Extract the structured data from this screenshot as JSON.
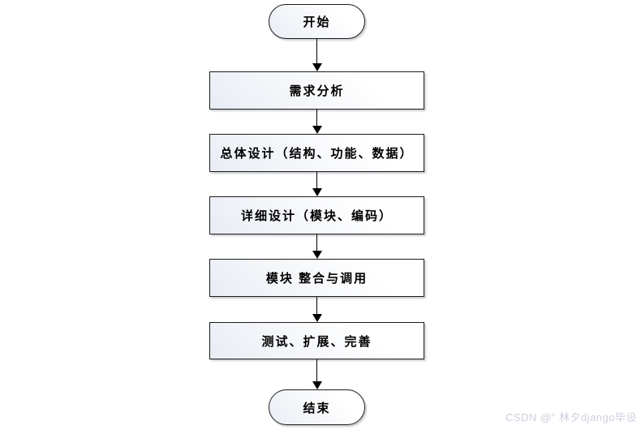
{
  "flowchart": {
    "nodes": [
      {
        "id": "start",
        "type": "terminator",
        "label": "开始"
      },
      {
        "id": "step1",
        "type": "process",
        "label": "需求分析"
      },
      {
        "id": "step2",
        "type": "process",
        "label": "总体设计（结构、功能、数据）"
      },
      {
        "id": "step3",
        "type": "process",
        "label": "详细设计（模块、编码）"
      },
      {
        "id": "step4",
        "type": "process",
        "label": "模块 整合与调用"
      },
      {
        "id": "step5",
        "type": "process",
        "label": "测试、扩展、完善"
      },
      {
        "id": "end",
        "type": "terminator",
        "label": "结束"
      }
    ],
    "colors": {
      "node_border": "#1c1c1c",
      "node_fill_light": "#ffffff",
      "node_fill_shade": "#e9edf4",
      "arrow": "#000000",
      "shadow": "#8c919e"
    }
  },
  "watermark": {
    "text": "CSDN @\" 林夕django毕设",
    "color": "#cfcfdf"
  }
}
